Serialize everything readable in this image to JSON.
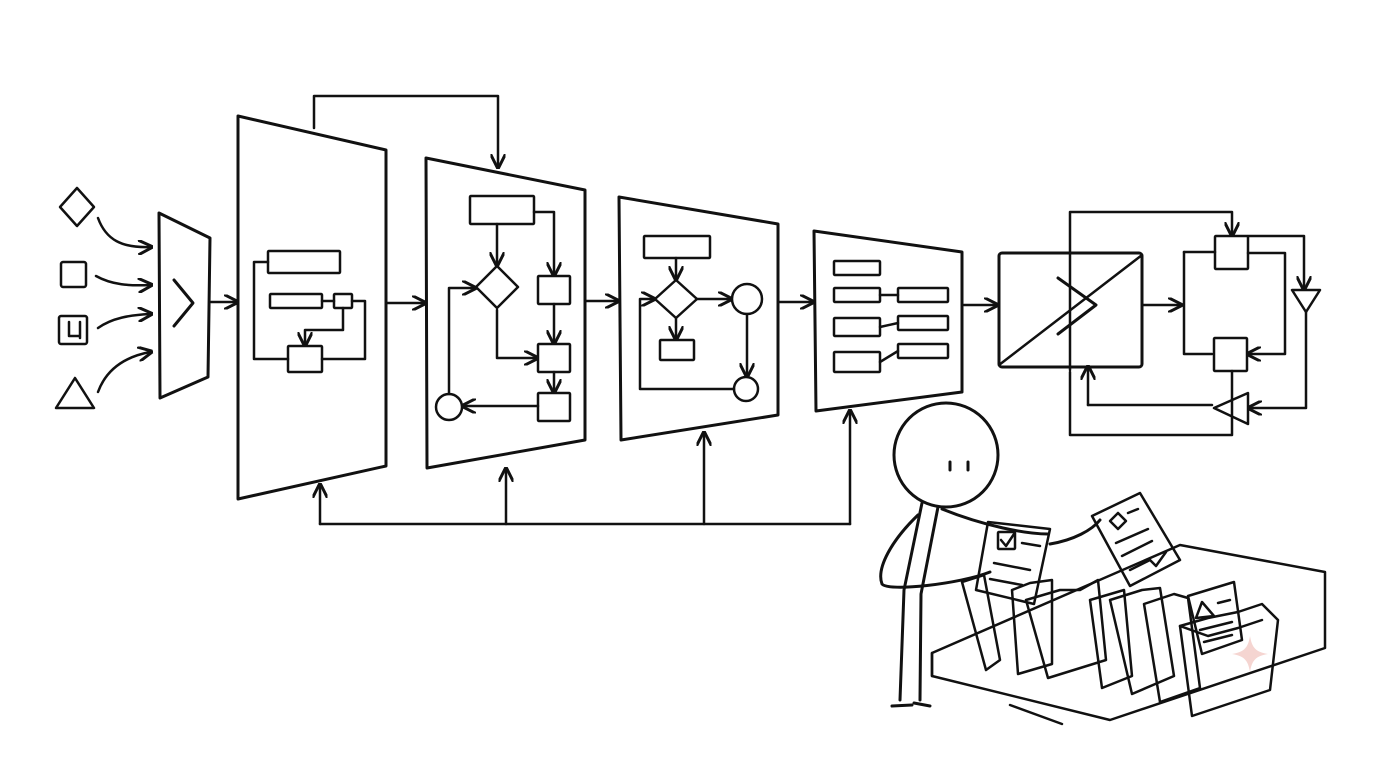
{
  "palette": {
    "ink": "#111111",
    "blue": "#6a86b3",
    "yellow": "#f2cf3b",
    "orange": "#f39a3a",
    "red": "#dc5a4e",
    "green": "#5cac57",
    "paper": "#ffffff"
  },
  "input_shapes": [
    {
      "shape": "diamond",
      "color": "blue"
    },
    {
      "shape": "square",
      "color": "yellow"
    },
    {
      "shape": "document-square",
      "color": "orange"
    },
    {
      "shape": "triangle",
      "color": "green"
    }
  ],
  "stages": [
    {
      "id": "funnel-gate",
      "fill": "blue",
      "icon": "chevron-right-icon"
    },
    {
      "id": "blue-processing-panel",
      "fill": "blue"
    },
    {
      "id": "flowchart-panel-1",
      "fill": "paper"
    },
    {
      "id": "flowchart-panel-2",
      "fill": "paper"
    },
    {
      "id": "sorting-panel",
      "fill": "paper"
    },
    {
      "id": "red-gate",
      "fill": "red",
      "icon": "chevron-right-icon"
    },
    {
      "id": "feedback-loop-cycle",
      "fill": "paper"
    }
  ],
  "person": {
    "role": "stick-figure-filer",
    "head_color": "green"
  },
  "folders": [
    "green",
    "blue",
    "yellow",
    "blue",
    "yellow",
    "orange",
    "red"
  ],
  "edges": []
}
